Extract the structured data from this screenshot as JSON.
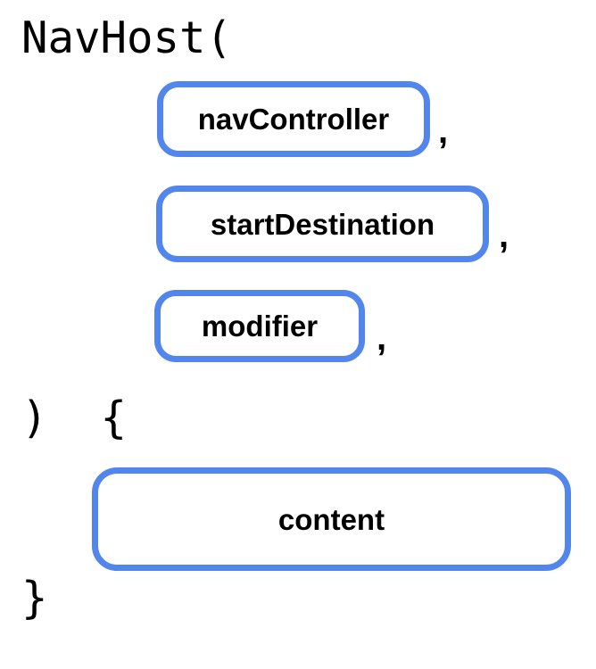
{
  "diagram": {
    "type": "code-signature-annotation",
    "subject": "NavHost",
    "background_color": "#ffffff",
    "accent_color": "#5286EC",
    "text_color": "#000000",
    "code": {
      "open_line": "NavHost(",
      "close_paren_brace_line": ")  {",
      "close_brace_line": "}"
    },
    "parameters": [
      {
        "label": "navController",
        "separator": ","
      },
      {
        "label": "startDestination",
        "separator": ","
      },
      {
        "label": "modifier",
        "separator": ","
      }
    ],
    "body": {
      "label": "content"
    }
  }
}
